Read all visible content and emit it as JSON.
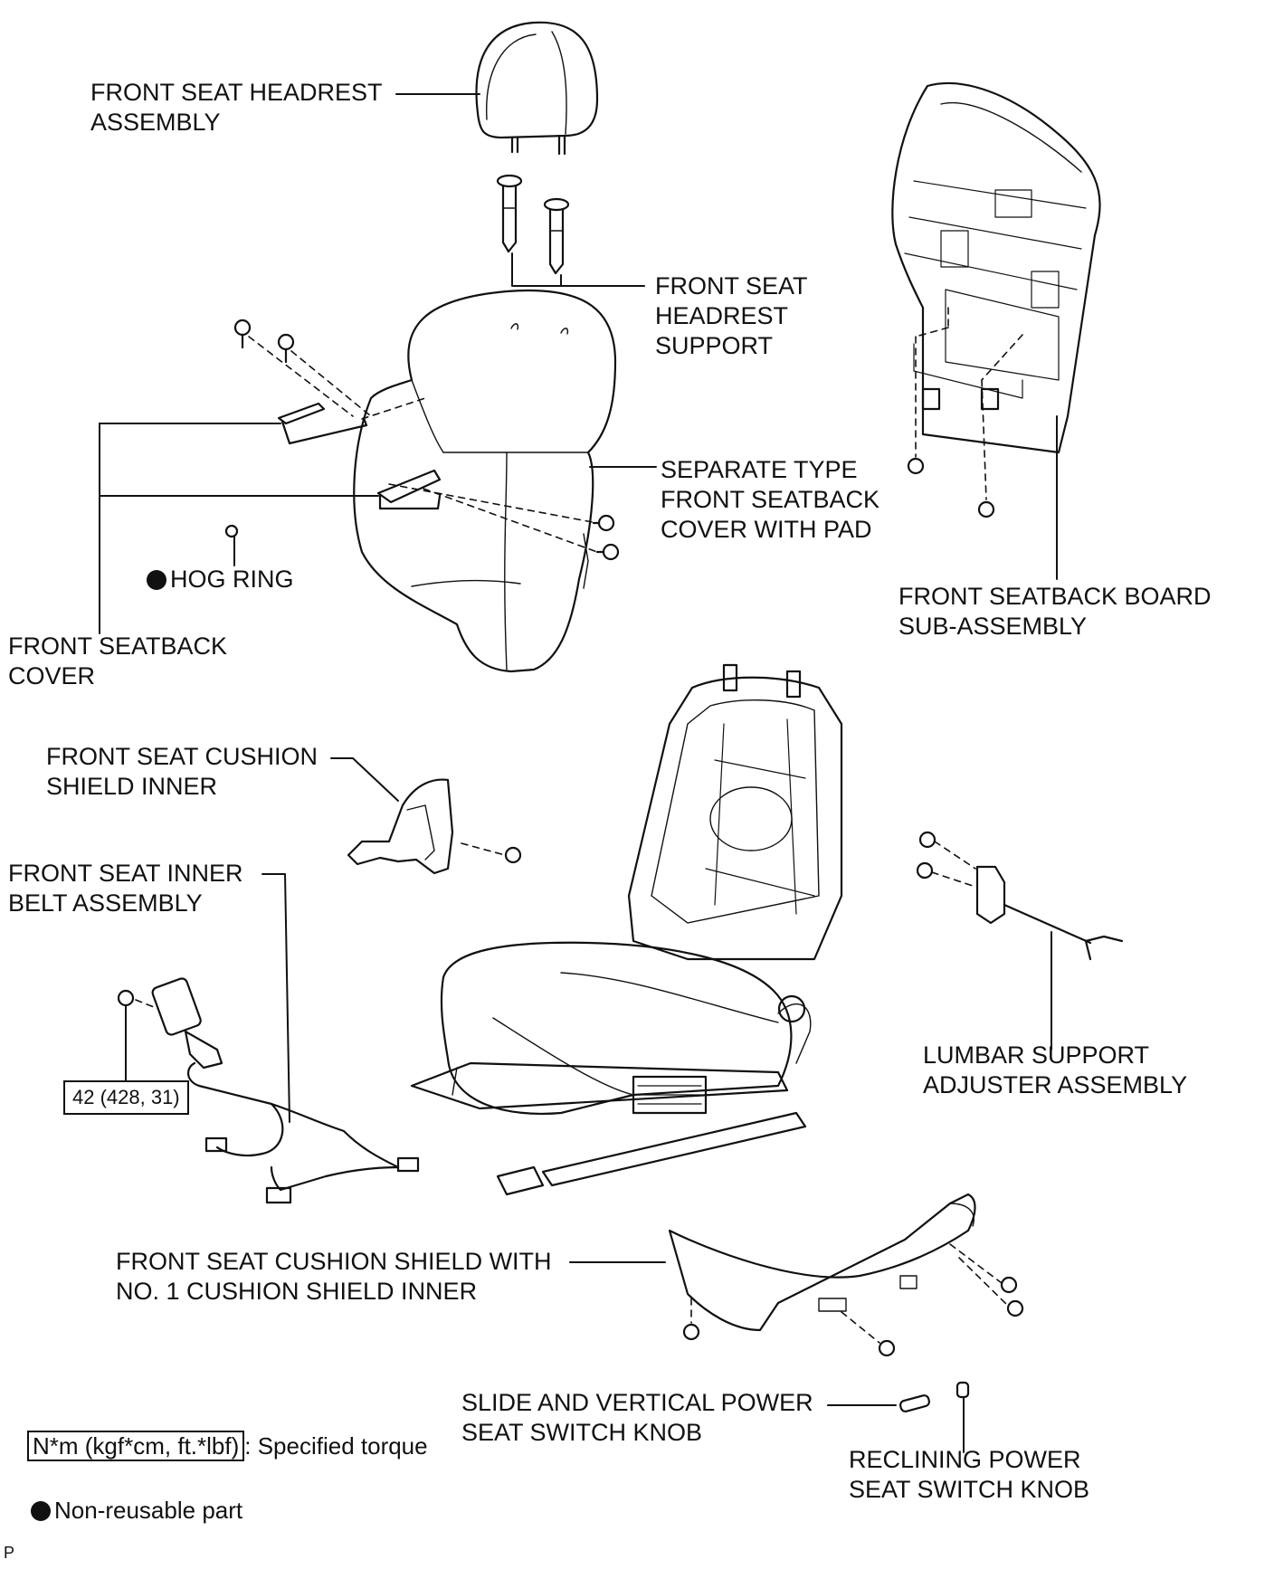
{
  "labels": {
    "headrest": "FRONT SEAT HEADREST\nASSEMBLY",
    "headrest_support": "FRONT SEAT\nHEADREST\nSUPPORT",
    "seatback_cover_pad": "SEPARATE TYPE\nFRONT SEATBACK\nCOVER WITH PAD",
    "hog_ring": "HOG RING",
    "seatback_cover": "FRONT SEATBACK\nCOVER",
    "seatback_board": "FRONT SEATBACK BOARD\nSUB-ASSEMBLY",
    "cushion_shield_inner": "FRONT SEAT CUSHION\nSHIELD INNER",
    "inner_belt": "FRONT SEAT INNER\nBELT ASSEMBLY",
    "lumbar": "LUMBAR SUPPORT\nADJUSTER ASSEMBLY",
    "cushion_shield": "FRONT SEAT CUSHION SHIELD WITH\nNO. 1 CUSHION SHIELD INNER",
    "slide_knob": "SLIDE AND VERTICAL POWER\nSEAT SWITCH KNOB",
    "recline_knob": "RECLINING POWER\nSEAT SWITCH KNOB"
  },
  "torque": "42 (428, 31)",
  "legend": {
    "torque_unit": "N*m (kgf*cm, ft.*lbf)",
    "torque_text": ": Specified torque",
    "nonreusable_text": "Non-reusable part"
  },
  "corner_mark": "P"
}
